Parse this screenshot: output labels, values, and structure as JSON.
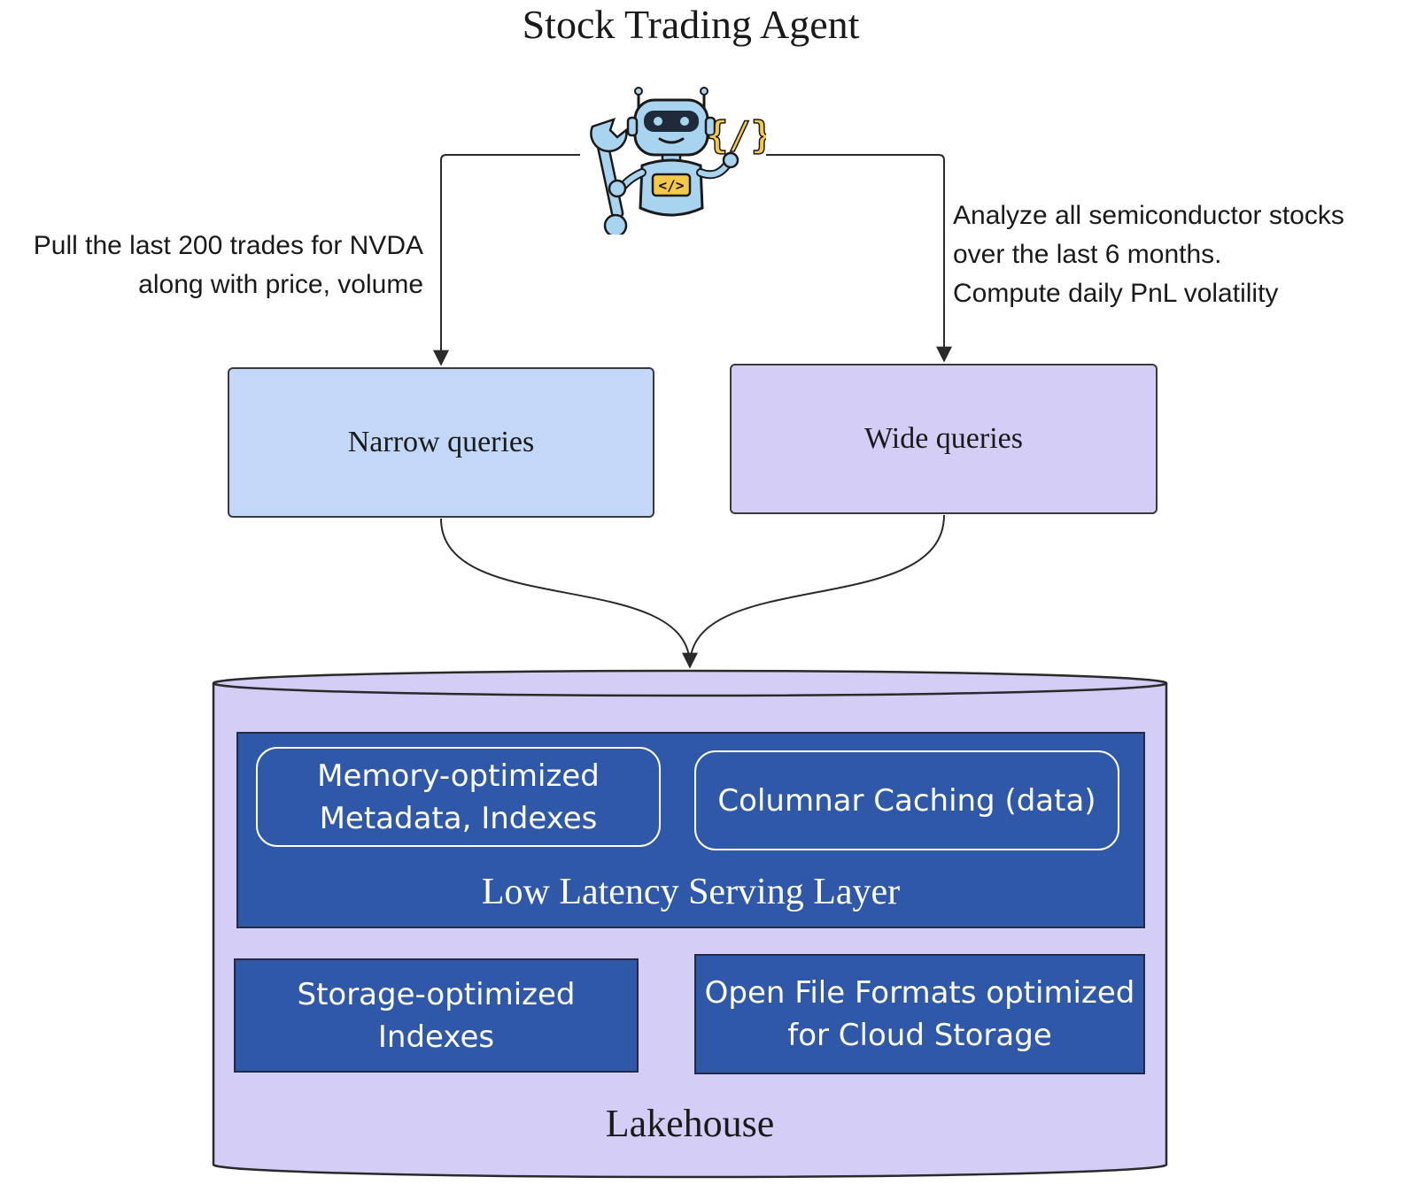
{
  "title": "Stock Trading Agent",
  "agent": {
    "icon": "robot-icon",
    "left_tool_icon": "wrench-icon",
    "right_tool_icon": "braces-icon",
    "badge": "</>"
  },
  "captions": {
    "left_lines": [
      "Pull the last 200 trades for NVDA",
      "along with price, volume"
    ],
    "right_lines": [
      "Analyze all semiconductor stocks",
      "over the last 6 months.",
      "Compute daily PnL volatility"
    ]
  },
  "queries": {
    "narrow": "Narrow queries",
    "wide": "Wide queries"
  },
  "lakehouse": {
    "label": "Lakehouse",
    "serving_layer": {
      "label": "Low Latency Serving Layer",
      "memory_lines": [
        "Memory-optimized",
        "Metadata, Indexes"
      ],
      "columnar": "Columnar Caching (data)"
    },
    "storage_lines": [
      "Storage-optimized",
      "Indexes"
    ],
    "formats_lines": [
      "Open File Formats optimized",
      "for Cloud Storage"
    ]
  },
  "colors": {
    "narrow_fill": "#c3d8f8",
    "wide_fill": "#d4cdf6",
    "cylinder_fill": "#d4cdf6",
    "dark_block": "#2f58a8",
    "robot_body": "#a9d4ef",
    "robot_accent": "#f3c84b"
  }
}
